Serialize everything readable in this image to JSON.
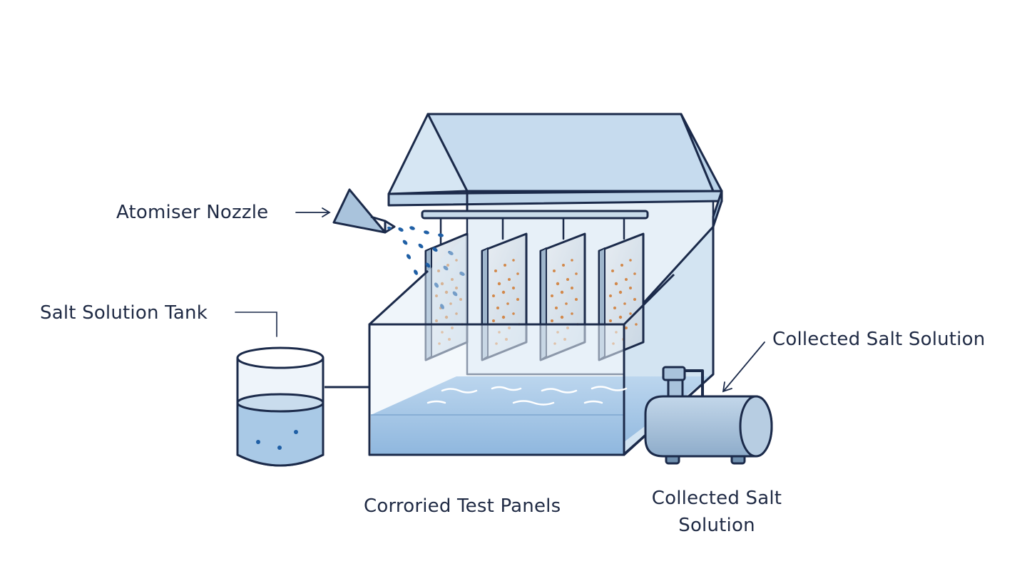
{
  "diagram": {
    "labels": {
      "atomiser_nozzle": "Atomiser Nozzle",
      "salt_solution_tank": "Salt Solution Tank",
      "collected_salt_solution_top": "Collected Salt Solution",
      "corroded_test_panels": "Corroried Test Panels",
      "collected_salt_solution_bottom_line1": "Collected Salt",
      "collected_salt_solution_bottom_line2": "Solution"
    },
    "panel_count": 4,
    "colors": {
      "outline": "#1b2a4a",
      "glass": "#dbe8f3",
      "water": "#a9c9e6",
      "roof": "#c9dced",
      "spray": "#1f5fa5",
      "rust": "#d2884a",
      "pump": "#a4c0d9"
    }
  }
}
